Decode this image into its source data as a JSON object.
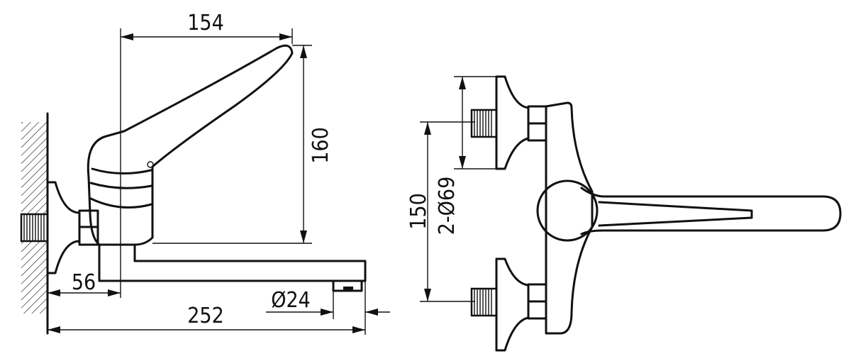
{
  "dimensions": {
    "lever_reach": "154",
    "lever_height": "160",
    "wall_offset": "56",
    "spout_length": "252",
    "aerator_diameter": "Ø24",
    "inlet_spacing": "150",
    "escutcheon_diameter": "2-Ø69"
  }
}
